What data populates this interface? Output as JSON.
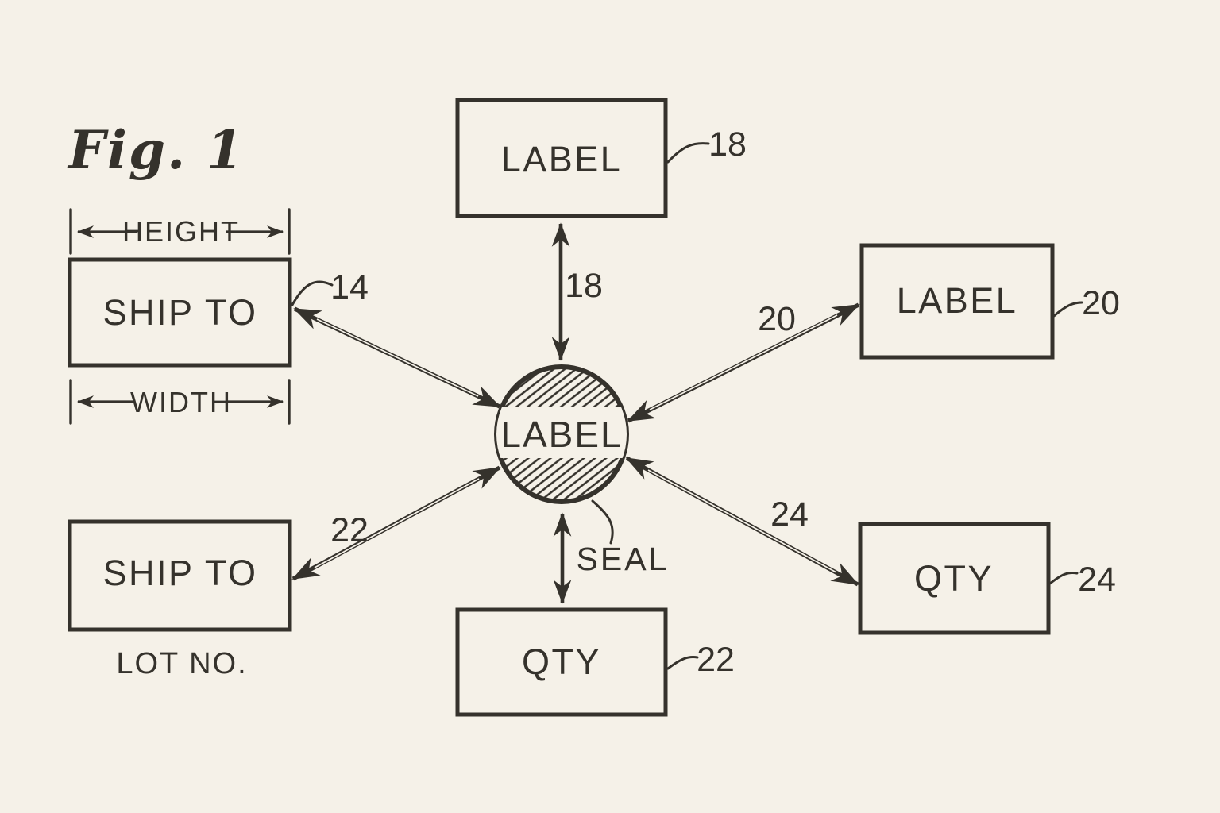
{
  "colors": {
    "ink": "#35322c",
    "paper": "#f5f1e8"
  },
  "figure_label": "Fig. 1",
  "dimensions": {
    "height": "HEIGHT",
    "width": "WIDTH"
  },
  "boxes": {
    "top_left": {
      "label": "SHIP TO",
      "ref": "14"
    },
    "top": {
      "label": "LABEL",
      "ref": "18"
    },
    "right": {
      "label": "LABEL",
      "ref": "20"
    },
    "bottom_right": {
      "label": "QTY",
      "ref": "24"
    },
    "bottom": {
      "label": "QTY",
      "ref": "22"
    },
    "bottom_left": {
      "label": "SHIP TO",
      "caption": "LOT NO."
    }
  },
  "circle": {
    "label": "LABEL",
    "caption": "SEAL"
  },
  "arrow_labels": {
    "top_vertical": "18",
    "upper_right": "20",
    "lower_right": "24",
    "lower_left": "22"
  }
}
